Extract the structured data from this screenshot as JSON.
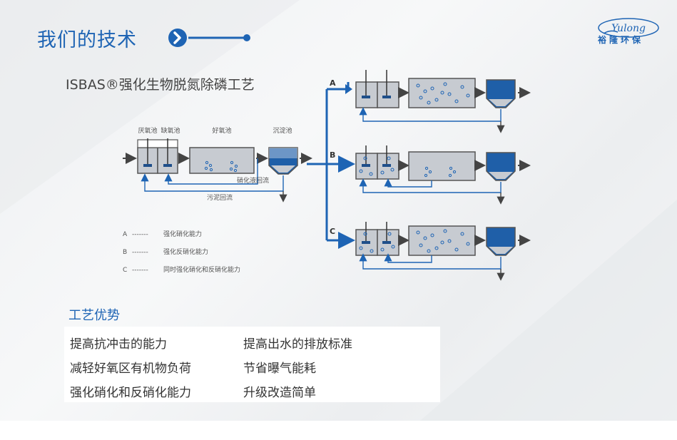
{
  "header": {
    "title": "我们的技术"
  },
  "brand": {
    "logo_text": "裕隆环保",
    "logo_script": "Yulong"
  },
  "subtitle": "ISBAS®强化生物脱氮除磷工艺",
  "diagram": {
    "tank_labels": [
      "厌氧池",
      "缺氧池",
      "好氧池",
      "沉淀池"
    ],
    "return_labels": [
      "硝化液回流",
      "污泥回流"
    ],
    "branch_labels": [
      "A",
      "B",
      "C"
    ],
    "legend": [
      {
        "key": "A",
        "dash": "-------",
        "text": "强化硝化能力"
      },
      {
        "key": "B",
        "dash": "-------",
        "text": "强化反硝化能力"
      },
      {
        "key": "C",
        "dash": "-------",
        "text": "同时强化硝化和反硝化能力"
      }
    ]
  },
  "advantages": {
    "title": "工艺优势",
    "items": [
      "提高抗冲击的能力",
      "提高出水的排放标准",
      "减轻好氧区有机物负荷",
      "节省曝气能耗",
      "强化硝化和反硝化能力",
      "升级改造简单"
    ]
  },
  "colors": {
    "accent": "#1e64b4",
    "tank_fill": "#c7cbd1",
    "clarifier": "#1f5fa8"
  }
}
